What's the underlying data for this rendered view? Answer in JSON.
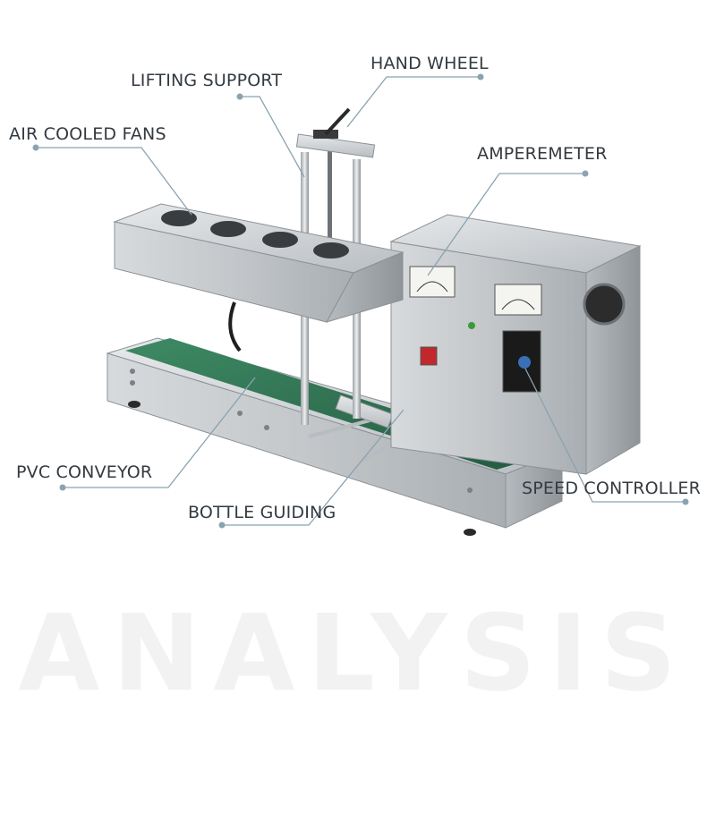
{
  "labels": {
    "hand_wheel": "HAND WHEEL",
    "lifting_support": "LIFTING SUPPORT",
    "air_cooled_fans": "AIR COOLED FANS",
    "amperemeter": "AMPEREMETER",
    "pvc_conveyor": "PVC CONVEYOR",
    "speed_controller": "SPEED CONTROLLER",
    "bottle_guiding": "BOTTLE GUIDING"
  },
  "watermark": "ANALYSIS",
  "colors": {
    "callout_line": "#8aa3b0",
    "steel": "#c9cdd0",
    "belt": "#2f6d4f",
    "label_text": "#333a40",
    "watermark": "#f2f2f2"
  }
}
